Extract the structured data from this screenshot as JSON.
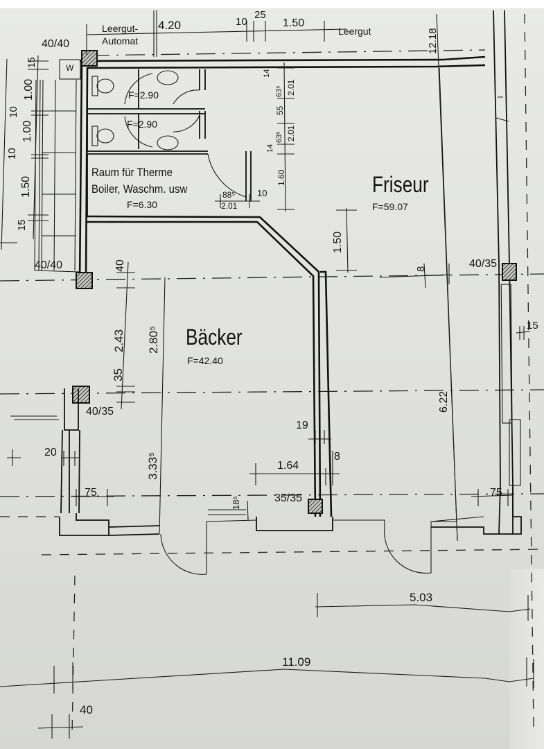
{
  "plan": {
    "rooms": [
      {
        "id": "friseur",
        "name": "Friseur",
        "area": "F=59.07"
      },
      {
        "id": "baecker",
        "name": "Bäcker",
        "area": "F=42.40"
      },
      {
        "id": "wc1",
        "name": "",
        "area": "F=2.90"
      },
      {
        "id": "wc2",
        "name": "",
        "area": "F=2.90"
      },
      {
        "id": "technik",
        "name_line1": "Raum für Therme",
        "name_line2": "Boiler, Waschm. usw",
        "area": "F=6.30"
      }
    ],
    "annotations": {
      "leergut_automat_1": "Leergut-",
      "leergut_automat_2": "Automat",
      "leergut": "Leergut",
      "w_box": "W"
    },
    "columns": {
      "top_left": "40/40",
      "mid_left": "40/40",
      "left_lower": "40/35",
      "right": "40/35",
      "bottom_center": "35/35"
    },
    "dimensions": {
      "top": {
        "d420": "4.20",
        "d10": "10",
        "d25": "25",
        "d150": "1.50",
        "d1218": "12.18"
      },
      "left_stack": {
        "d15a": "15",
        "d100a": "1.00",
        "d10a": "10",
        "d100b": "1.00",
        "d10b": "10",
        "d150": "1.50",
        "d15b": "15"
      },
      "wc_stack": {
        "d14a": "14",
        "d635a": "63⁵",
        "d201a": "2.01",
        "d55": "55",
        "d635b": "63⁵",
        "d201b": "2.01",
        "d14b": "14",
        "d160": "1.60"
      },
      "door_technik": {
        "d885": "88⁵",
        "d201": "2.01",
        "d10": "10"
      },
      "friseur": {
        "d150": "1.50",
        "d8": "8",
        "d622": "6.22",
        "d15": "15",
        "d75": "75"
      },
      "baecker": {
        "d40": "40",
        "d243": "2.43",
        "d35": "35",
        "d2805": "2.80⁵",
        "d3335": "3.33⁵",
        "d20": "20",
        "d75": "75",
        "d185": "18⁵",
        "d164": "1.64",
        "d19": "19",
        "d8": "8"
      },
      "bottom": {
        "d503": "5.03",
        "d1109": "11.09",
        "d40": "40"
      }
    }
  }
}
